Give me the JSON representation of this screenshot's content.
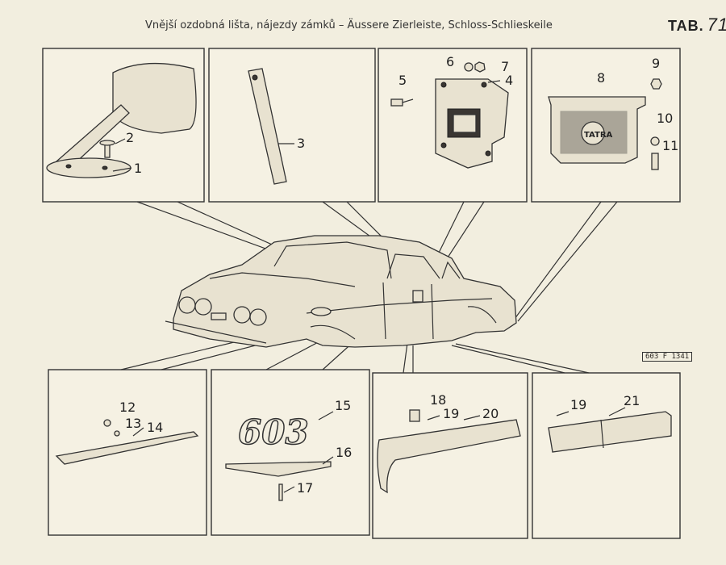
{
  "header": {
    "title": "Vnější ozdobná lišta, nájezdy zámků – Äussere Zierleiste, Schloss-Schlieskeile",
    "tab_label": "TAB.",
    "tab_number": "71"
  },
  "drawing_code": "603 F 1341",
  "callouts": [
    "1",
    "2",
    "3",
    "4",
    "5",
    "6",
    "7",
    "8",
    "9",
    "10",
    "11",
    "12",
    "13",
    "14",
    "15",
    "16",
    "17",
    "18",
    "19",
    "19",
    "20",
    "21"
  ],
  "emblem_text": "603"
}
